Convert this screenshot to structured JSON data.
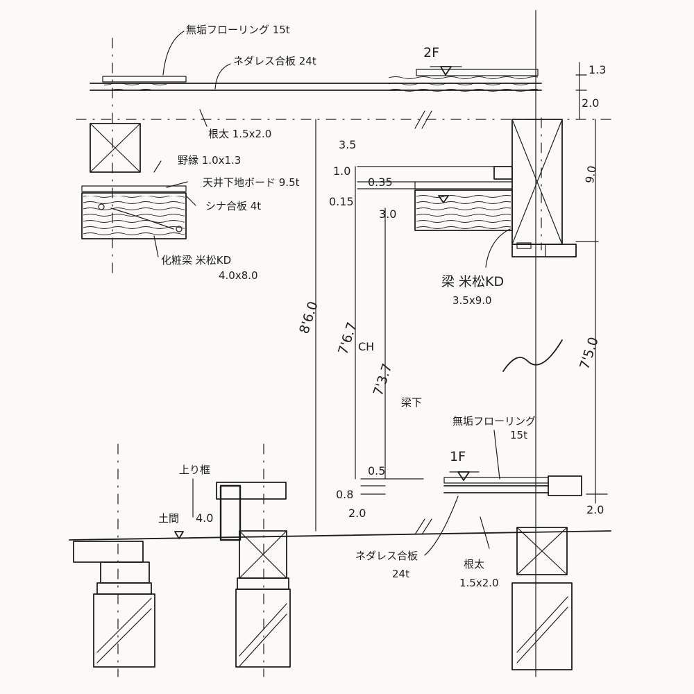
{
  "diagram": {
    "labels": {
      "flooring_top": "無垢フローリング 15t",
      "negress_top": "ネダレス合板 24t",
      "level_2f": "2F",
      "neta_top": "根太 1.5x2.0",
      "nobuchi": "野縁 1.0x1.3",
      "tenjo_board": "天井下地ボード 9.5t",
      "shina": "シナ合板 4t",
      "kesho_beam": "化粧梁 米松KD",
      "kesho_beam_size": "4.0x8.0",
      "main_beam": "梁 米松KD",
      "main_beam_size": "3.5x9.0",
      "flooring_bottom": "無垢フローリング",
      "flooring_bottom_t": "15t",
      "level_1f": "1F",
      "agarikamachi": "上り框",
      "doma": "土間",
      "negress_bottom": "ネダレス合板",
      "negress_bottom_t": "24t",
      "neta_bottom": "根太",
      "neta_bottom_size": "1.5x2.0"
    },
    "dims": {
      "d_1_3": "1.3",
      "d_2_0_top": "2.0",
      "d_3_5": "3.5",
      "d_1_0": "1.0",
      "d_0_35": "0.35",
      "d_0_15": "0.15",
      "d_3_0": "3.0",
      "d_9_0": "9.0",
      "d_8_6_0": "8'6.0",
      "d_7_6_7": "7'6.7",
      "ch": "CH",
      "d_7_3_7": "7'3.7",
      "hari_shita": "梁下",
      "d_7_5_0": "7'5.0",
      "d_0_5": "0.5",
      "d_0_8": "0.8",
      "d_2_0_mid": "2.0",
      "d_4_0": "4.0",
      "d_2_0_right": "2.0"
    }
  }
}
